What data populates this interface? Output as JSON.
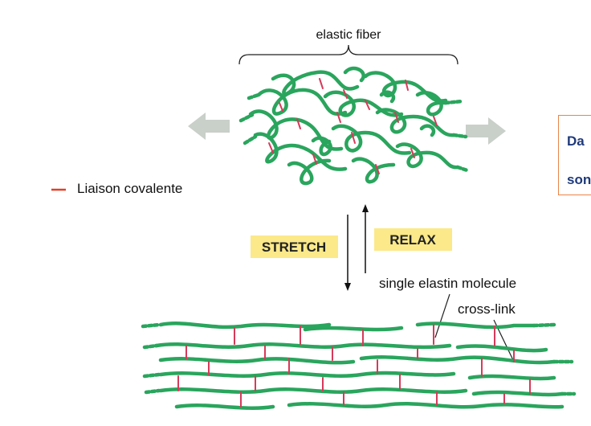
{
  "diagram": {
    "elastic_fiber_label": "elastic fiber",
    "legend_label": "Liaison covalente",
    "stretch_label": "STRETCH",
    "relax_label": "RELAX",
    "single_molecule_label": "single elastin molecule",
    "cross_link_label": "cross-link"
  },
  "callout": {
    "line1": "Da",
    "line2": "son"
  },
  "colors": {
    "fiber": "#2aa55d",
    "crosslink": "#d63a5a",
    "label_bg": "#fbe98a",
    "arrow": "#c9cfc9",
    "callout_border": "#e8844a",
    "callout_text": "#1f3a7a",
    "legend_line": "#e0402a"
  }
}
